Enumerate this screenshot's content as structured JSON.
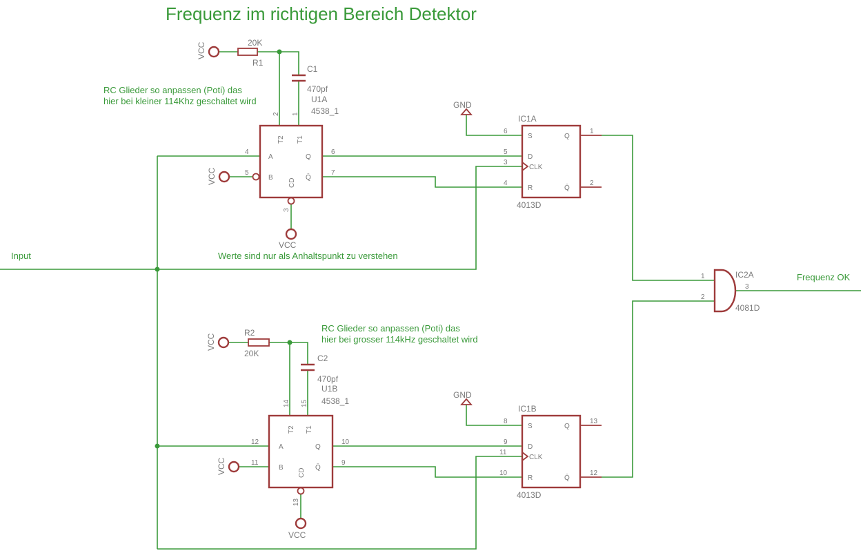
{
  "title": "Frequenz im richtigen Bereich Detektor",
  "io": {
    "input": "Input",
    "output": "Frequenz OK"
  },
  "notes": {
    "top": [
      "RC Glieder so anpassen (Poti) das",
      "hier bei kleiner 114Khz geschaltet wird"
    ],
    "bottom": [
      "RC Glieder so anpassen (Poti) das",
      "hier bei grosser 114kHz geschaltet wird"
    ],
    "middle": "Werte sind nur als Anhaltspunkt zu verstehen"
  },
  "power": {
    "vcc": "VCC",
    "gnd": "GND"
  },
  "resistors": [
    {
      "name": "R1",
      "value": "20K"
    },
    {
      "name": "R2",
      "value": "20K"
    }
  ],
  "capacitors": [
    {
      "name": "C1",
      "value": "470pf"
    },
    {
      "name": "C2",
      "value": "470pf"
    }
  ],
  "monoflops": [
    {
      "name": "U1A",
      "type": "4538_1",
      "pins": {
        "T2": "2",
        "T1": "1",
        "A": "4",
        "B": "5",
        "CD": "3",
        "Q": "6",
        "Qn": "7"
      },
      "labels": {
        "T2": "T2",
        "T1": "T1",
        "A": "A",
        "B": "B",
        "CD": "CD",
        "Q": "Q",
        "Qn": "Q̄"
      }
    },
    {
      "name": "U1B",
      "type": "4538_1",
      "pins": {
        "T2": "14",
        "T1": "15",
        "A": "12",
        "B": "11",
        "CD": "13",
        "Q": "10",
        "Qn": "9"
      },
      "labels": {
        "T2": "T2",
        "T1": "T1",
        "A": "A",
        "B": "B",
        "CD": "CD",
        "Q": "Q",
        "Qn": "Q̄"
      }
    }
  ],
  "flipflops": [
    {
      "name": "IC1A",
      "type": "4013D",
      "pins": {
        "S": "6",
        "D": "5",
        "CLK": "3",
        "R": "4",
        "Q": "1",
        "Qn": "2"
      },
      "labels": {
        "S": "S",
        "D": "D",
        "CLK": "CLK",
        "R": "R",
        "Q": "Q",
        "Qn": "Q̄"
      }
    },
    {
      "name": "IC1B",
      "type": "4013D",
      "pins": {
        "S": "8",
        "D": "9",
        "CLK": "11",
        "R": "10",
        "Q": "13",
        "Qn": "12"
      },
      "labels": {
        "S": "S",
        "D": "D",
        "CLK": "CLK",
        "R": "R",
        "Q": "Q",
        "Qn": "Q̄"
      }
    }
  ],
  "and_gate": {
    "name": "IC2A",
    "type": "4081D",
    "pins": {
      "in1": "1",
      "in2": "2",
      "out": "3"
    }
  }
}
